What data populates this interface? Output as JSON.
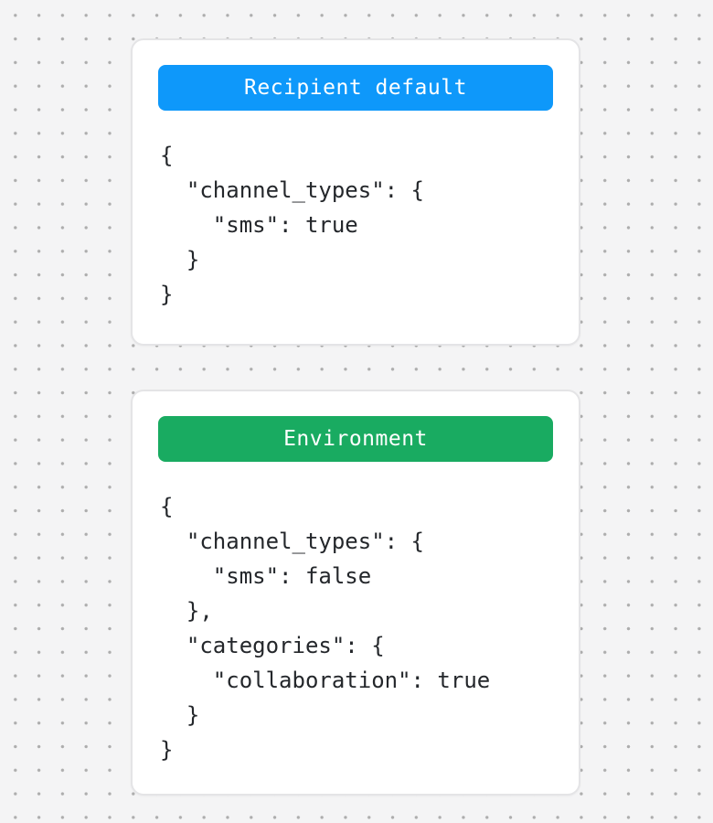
{
  "background": {
    "color": "#f4f4f5",
    "dot_color": "#adadad"
  },
  "cards": [
    {
      "label": "Recipient default",
      "header_color": "#0e98fa",
      "code": "{\n  \"channel_types\": {\n    \"sms\": true\n  }\n}"
    },
    {
      "label": "Environment",
      "header_color": "#19ab61",
      "code": "{\n  \"channel_types\": {\n    \"sms\": false\n  },\n  \"categories\": {\n    \"collaboration\": true\n  }\n}"
    }
  ]
}
